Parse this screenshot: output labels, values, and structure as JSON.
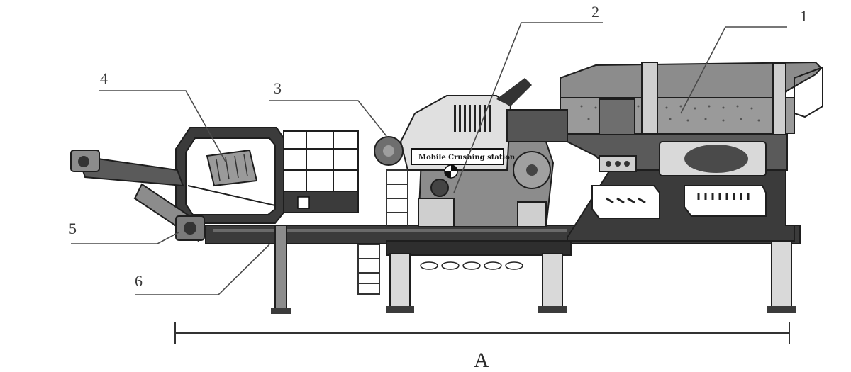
{
  "figure": {
    "callouts": [
      {
        "id": "1",
        "label": "1"
      },
      {
        "id": "2",
        "label": "2"
      },
      {
        "id": "3",
        "label": "3"
      },
      {
        "id": "4",
        "label": "4"
      },
      {
        "id": "5",
        "label": "5"
      },
      {
        "id": "6",
        "label": "6"
      }
    ],
    "dimension_label": "A",
    "plate_text": "Mobile Crushing station",
    "colors": {
      "frame": "#3b3b3b",
      "frame_dark": "#1e1e1e",
      "panel_light": "#d9d9d9",
      "panel_mid": "#8c8c8c",
      "leader": "#4a4a4a"
    }
  }
}
